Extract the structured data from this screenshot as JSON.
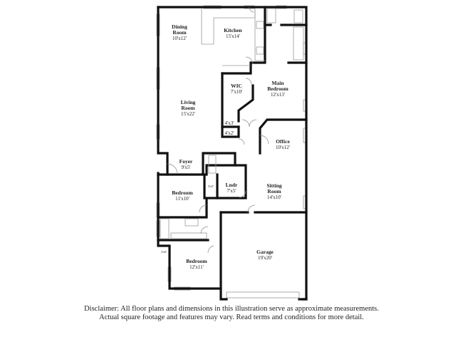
{
  "rooms": [
    {
      "id": "dining",
      "name_line1": "Dining",
      "name_line2": "Room",
      "size": "10'x12'"
    },
    {
      "id": "kitchen",
      "name_line1": "Kitchen",
      "size": "15'x14'"
    },
    {
      "id": "living",
      "name_line1": "Living",
      "name_line2": "Room",
      "size": "15'x22'"
    },
    {
      "id": "wic",
      "name_line1": "WIC",
      "size": "7'x10'"
    },
    {
      "id": "main-bedroom",
      "name_line1": "Main",
      "name_line2": "Bedroom",
      "size": "12'x13'"
    },
    {
      "id": "closet-a",
      "size": "4'x3'"
    },
    {
      "id": "closet-b",
      "size": "4'x2'"
    },
    {
      "id": "office",
      "name_line1": "Office",
      "size": "10'x12'"
    },
    {
      "id": "foyer",
      "name_line1": "Foyer",
      "size": "9'x5'"
    },
    {
      "id": "laundry",
      "name_line1": "Lndr",
      "size": "7'x5'"
    },
    {
      "id": "linen",
      "size": "3'x5'"
    },
    {
      "id": "sitting",
      "name_line1": "Sitting",
      "name_line2": "Room",
      "size": "14'x10'"
    },
    {
      "id": "bedroom-1",
      "name_line1": "Bedroom",
      "size": "11'x10'"
    },
    {
      "id": "closet-c",
      "size": "2'x6'"
    },
    {
      "id": "bedroom-2",
      "name_line1": "Bedroom",
      "size": "12'x11'"
    },
    {
      "id": "garage",
      "name_line1": "Garage",
      "size": "19'x20'"
    }
  ],
  "disclaimer": {
    "line1": "Disclaimer: All floor plans and dimensions in this illustration serve as approximate measurements.",
    "line2": "Actual square footage and features may vary. Read terms and conditions for more detail."
  }
}
